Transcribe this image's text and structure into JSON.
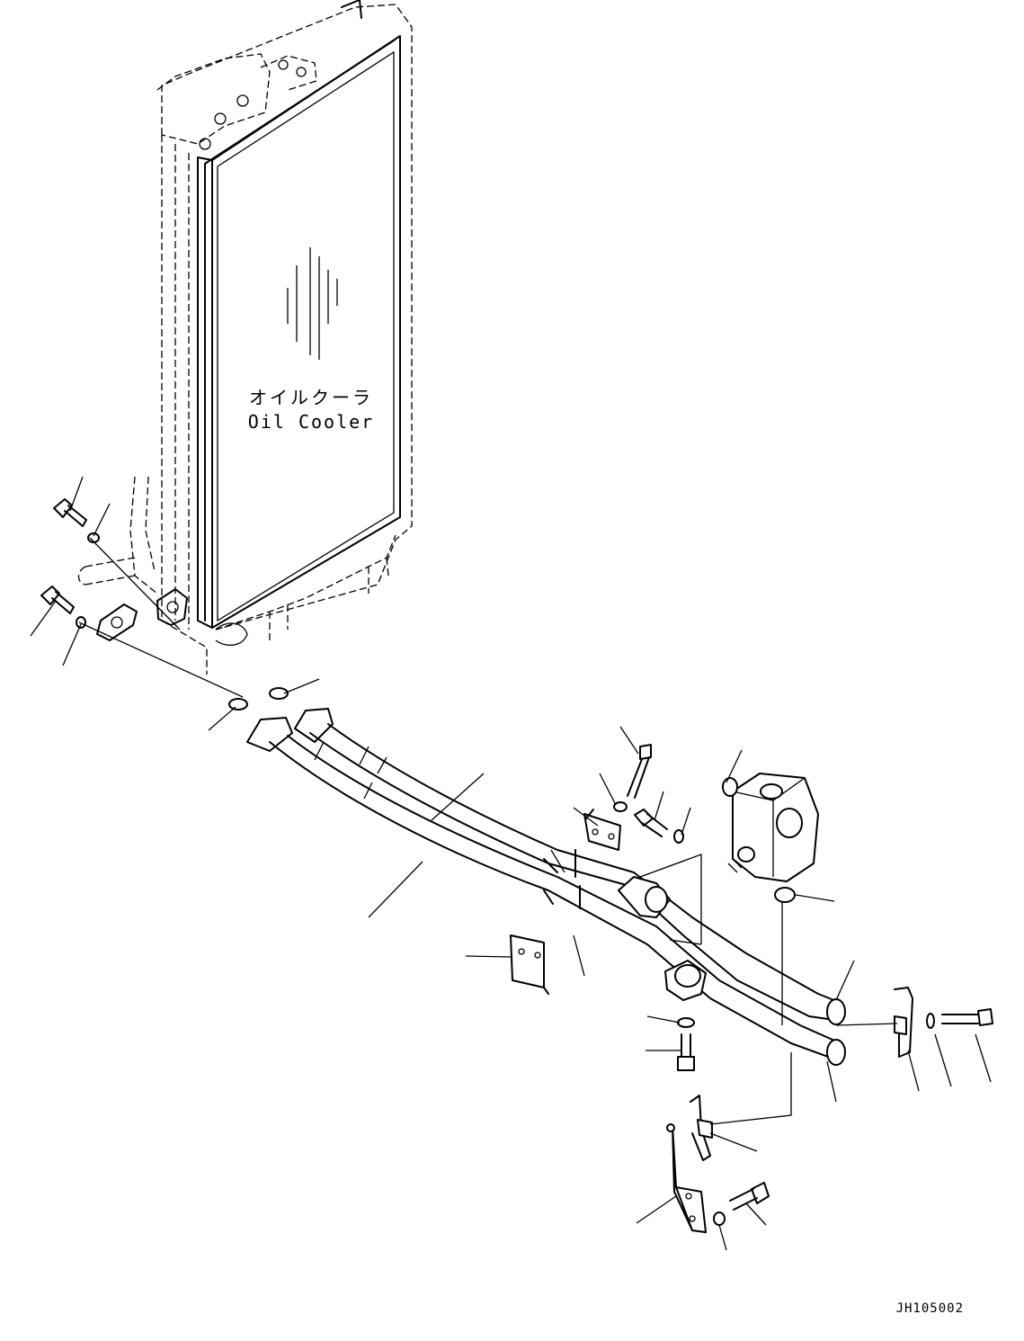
{
  "diagram": {
    "component_label_jp": "オイルクーラ",
    "component_label_en": "Oil Cooler",
    "drawing_number": "JH105002"
  }
}
